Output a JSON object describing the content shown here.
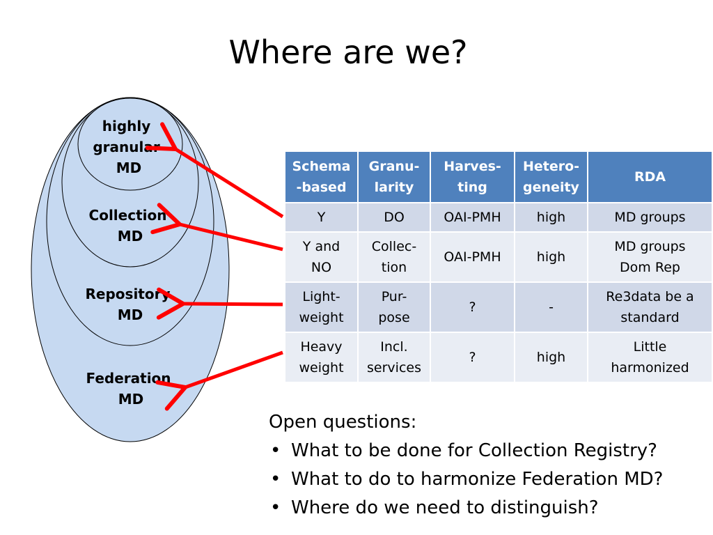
{
  "slide": {
    "title": "Where are we?"
  },
  "layers": [
    {
      "lines": [
        "highly",
        "granular",
        "MD"
      ]
    },
    {
      "lines": [
        "Collection",
        "MD"
      ]
    },
    {
      "lines": [
        "Repository",
        "MD"
      ]
    },
    {
      "lines": [
        "Federation",
        "MD"
      ]
    }
  ],
  "colors": {
    "header": "#4f81bd",
    "row_dark": "#d0d8e8",
    "row_light": "#e9edf4",
    "ellipse_fill": "#c6d9f1",
    "arrow": "#ff0000"
  },
  "table": {
    "headers": [
      [
        "Schema",
        "-based"
      ],
      [
        "Granu-",
        "larity"
      ],
      [
        "Harves-",
        "ting"
      ],
      [
        "Hetero-",
        "geneity"
      ],
      [
        "RDA"
      ]
    ],
    "rows": [
      [
        [
          "Y"
        ],
        [
          "DO"
        ],
        [
          "OAI-PMH"
        ],
        [
          "high"
        ],
        [
          "MD groups"
        ]
      ],
      [
        [
          "Y and",
          "NO"
        ],
        [
          "Collec-",
          "tion"
        ],
        [
          "OAI-PMH"
        ],
        [
          "high"
        ],
        [
          "MD groups",
          "Dom Rep"
        ]
      ],
      [
        [
          "Light-",
          "weight"
        ],
        [
          "Pur-",
          "pose"
        ],
        [
          "?"
        ],
        [
          "-"
        ],
        [
          "Re3data be a",
          "standard"
        ]
      ],
      [
        [
          "Heavy",
          "weight"
        ],
        [
          "Incl.",
          "services"
        ],
        [
          "?"
        ],
        [
          "high"
        ],
        [
          "Little",
          "harmonized"
        ]
      ]
    ]
  },
  "questions": {
    "heading": "Open questions:",
    "items": [
      "What to be done for Collection Registry?",
      "What to do to harmonize Federation MD?",
      "Where do we need to distinguish?"
    ]
  }
}
